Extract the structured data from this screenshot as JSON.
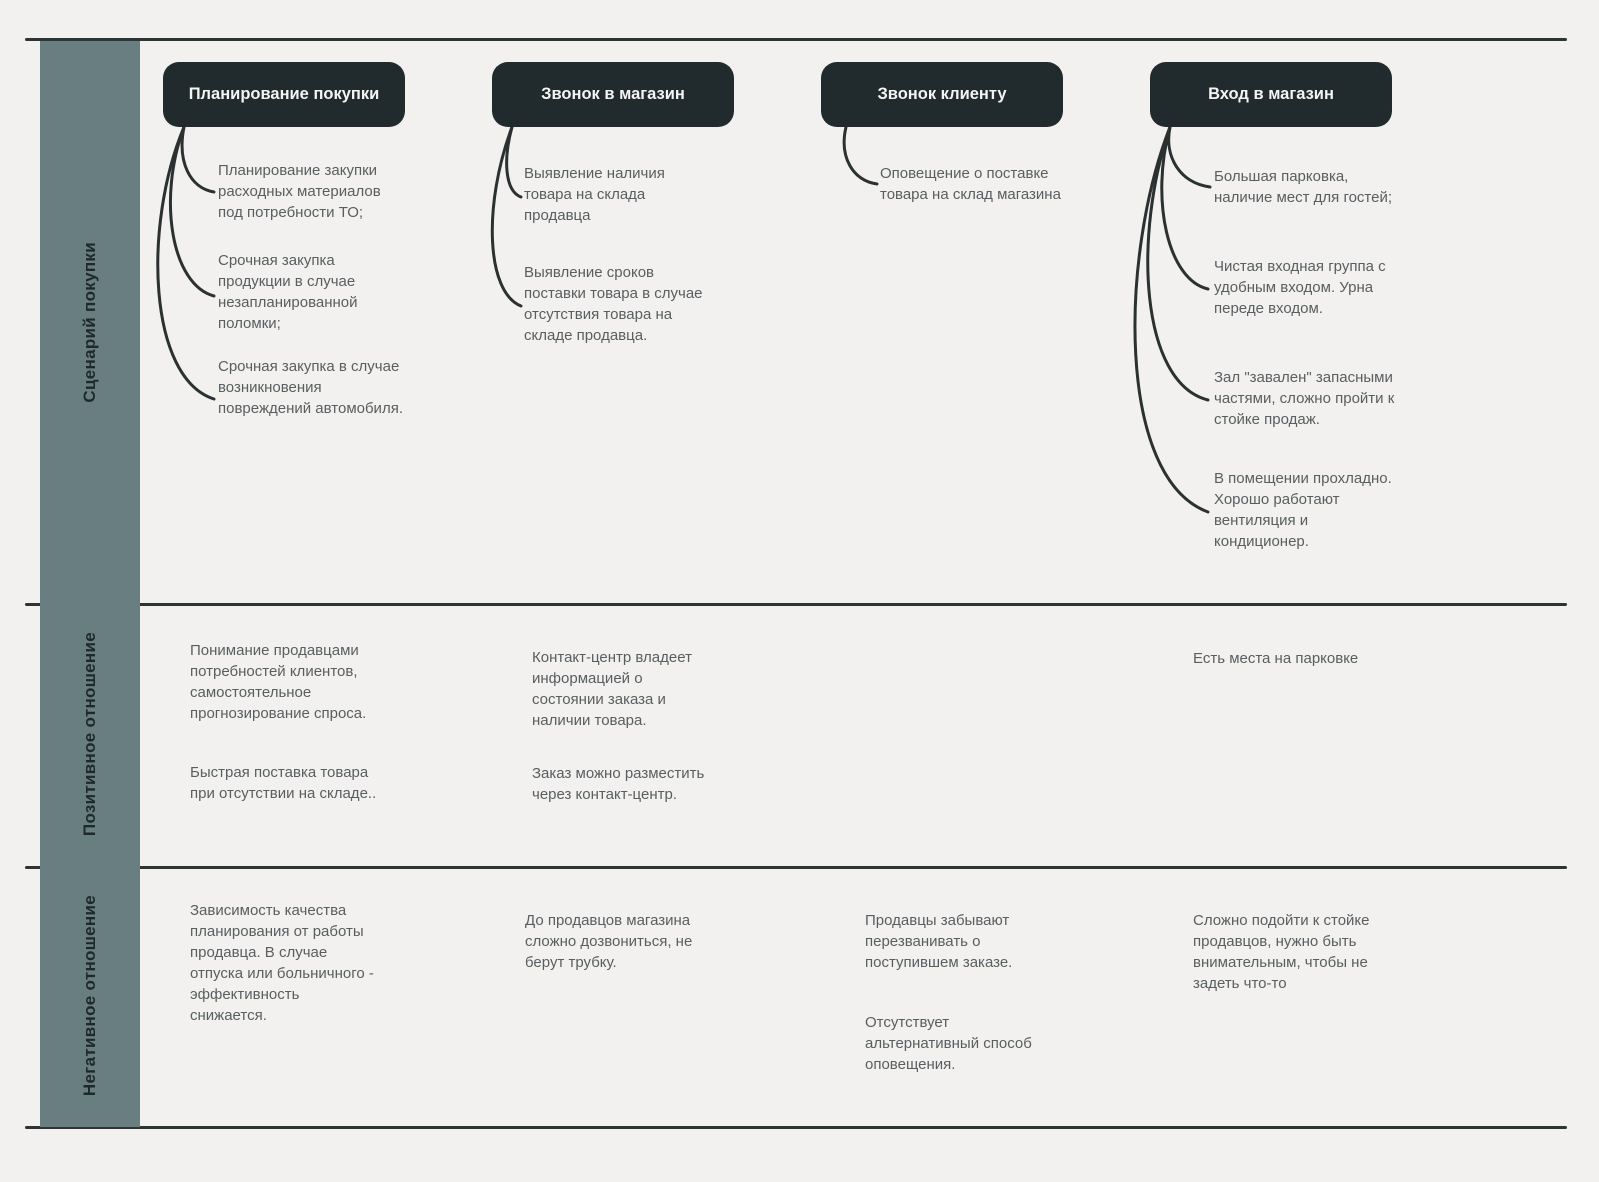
{
  "rows": [
    {
      "label": "Сценарий покупки"
    },
    {
      "label": "Позитивное отношение"
    },
    {
      "label": "Негативное отношение"
    }
  ],
  "stages": [
    {
      "header": "Планирование покупки",
      "scenario": [
        "Планирование закупки расходных материалов под потребности ТО;",
        "Срочная закупка продукции в случае незапланированной поломки;",
        "Срочная закупка в случае возникновения повреждений автомобиля."
      ],
      "positive": [
        "Понимание продавцами потребностей клиентов, самостоятельное прогнозирование спроса.",
        "Быстрая поставка товара при отсутствии на складе.."
      ],
      "negative": [
        "Зависимость качества планирования от работы продавца. В случае отпуска или больничного - эффективность снижается."
      ]
    },
    {
      "header": "Звонок в магазин",
      "scenario": [
        "Выявление наличия товара на склада продавца",
        "Выявление сроков поставки товара в случае отсутствия товара на складе продавца."
      ],
      "positive": [
        "Контакт-центр владеет информацией о состоянии заказа и наличии товара.",
        "Заказ можно разместить через контакт-центр."
      ],
      "negative": [
        "До продавцов магазина сложно дозвониться, не берут трубку."
      ]
    },
    {
      "header": "Звонок клиенту",
      "scenario": [
        "Оповещение о поставке товара на склад магазина"
      ],
      "positive": [],
      "negative": [
        "Продавцы забывают перезванивать о поступившем заказе.",
        "Отсутствует альтернативный способ оповещения."
      ]
    },
    {
      "header": "Вход в магазин",
      "scenario": [
        "Большая парковка, наличие мест для гостей;",
        "Чистая входная группа с удобным входом. Урна переде входом.",
        "Зал \"завален\" запасными частями, сложно пройти к стойке продаж.",
        "В помещении прохладно. Хорошо работают вентиляция и кондиционер."
      ],
      "positive": [
        "Есть места на парковке"
      ],
      "negative": [
        "Сложно подойти к стойке продавцов, нужно быть внимательным, чтобы не задеть что-то"
      ]
    }
  ],
  "colors": {
    "background": "#f2f1ef",
    "sidebar": "#697e81",
    "stage_box": "#212a2d",
    "line": "#2e3334",
    "note_text": "#595e60"
  }
}
